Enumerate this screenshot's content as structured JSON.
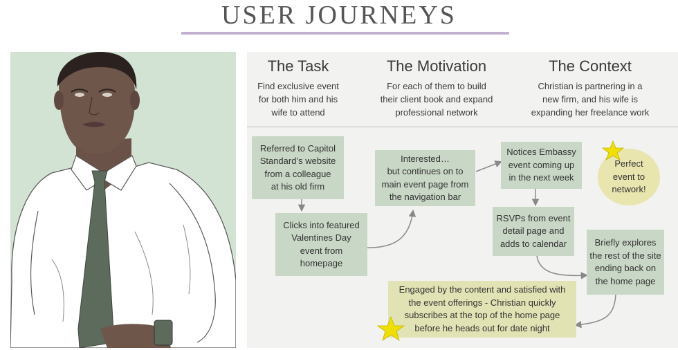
{
  "title": "USER JOURNEYS",
  "columns": [
    {
      "heading": "The Task",
      "text": "Find exclusive event\nfor both him and his\nwife to attend"
    },
    {
      "heading": "The Motivation",
      "text": "For each of them to build\ntheir client book and expand\nprofessional network"
    },
    {
      "heading": "The Context",
      "text": "Christian is partnering in a\nnew firm, and his wife is\nexpanding her freelance work"
    }
  ],
  "steps": {
    "referred": "Referred to Capitol\nStandard’s website\nfrom a colleague\nat his old firm",
    "clicks": "Clicks into featured\nValentines Day\nevent from\nhomepage",
    "interested": "Interested…\nbut continues on to\nmain event page from\nthe navigation bar",
    "notices": "Notices Embassy\nevent coming up\nin the next week",
    "rsvps": "RSVPs from event\ndetail page and\nadds to calendar",
    "explores": "Briefly explores\nthe rest of the site\nending back on\nthe home page",
    "engaged": "Engaged by the content and satisfied with\nthe event offerings - Christian quickly\nsubscribes at the top of the home page\nbefore he heads out for date night",
    "perfect": "Perfect\nevent to\nnetwork!"
  },
  "colors": {
    "step_box": "#c9d7c6",
    "highlight_box": "#e2e3b4",
    "highlight_circle": "#e8e5ae",
    "star": "#f0e000",
    "accent_underline": "#c2b0d1",
    "portrait_bg": "#d3e3d3"
  },
  "icons": [
    "person-illustration",
    "star-icon"
  ]
}
